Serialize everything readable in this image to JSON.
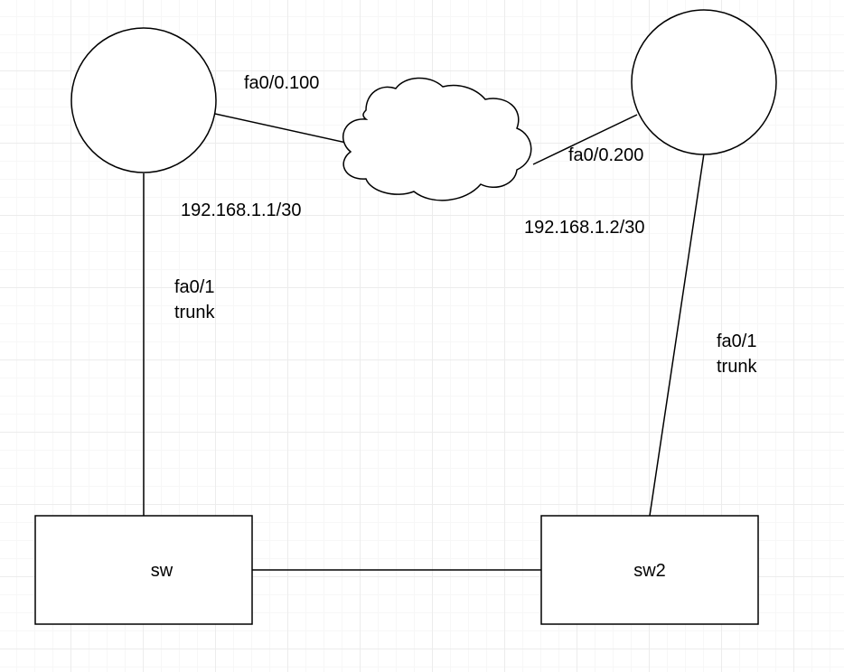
{
  "nodes": {
    "router1": {
      "label": ""
    },
    "router2": {
      "label": ""
    },
    "cloud": {
      "label": ""
    },
    "switch1": {
      "label": "sw"
    },
    "switch2": {
      "label": "sw2"
    }
  },
  "labels": {
    "r1_subinterface": "fa0/0.100",
    "r1_ip": "192.168.1.1/30",
    "r1_trunk_port": "fa0/1",
    "r1_trunk_mode": "trunk",
    "r2_subinterface": "fa0/0.200",
    "r2_ip": "192.168.1.2/30",
    "r2_trunk_port": "fa0/1",
    "r2_trunk_mode": "trunk"
  },
  "colors": {
    "stroke": "#000000",
    "fill": "#ffffff",
    "grid": "#ececec"
  }
}
